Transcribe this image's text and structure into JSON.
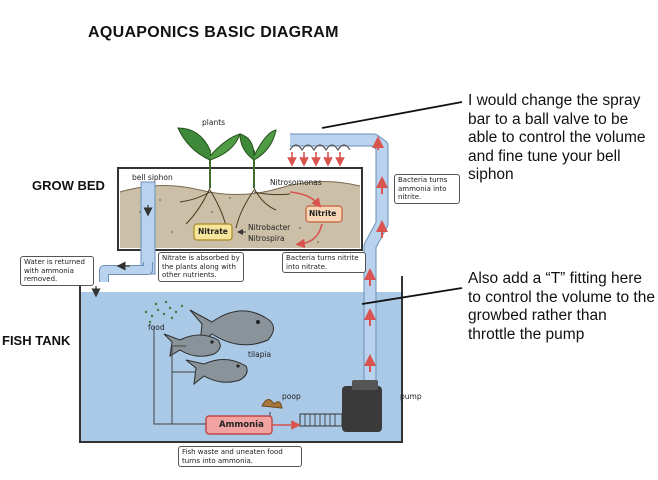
{
  "title": "AQUAPONICS BASIC DIAGRAM",
  "sections": {
    "grow_bed": "GROW BED",
    "fish_tank": "FISH TANK"
  },
  "notes": {
    "spray_bar": "I would change the spray bar to a ball valve to be able to control the volume and fine tune your bell siphon",
    "t_fitting": "Also add a “T” fitting here to control the volume to the growbed rather than throttle the pump"
  },
  "labels": {
    "plants": "plants",
    "bell_siphon": "bell siphon",
    "nitrosomonas": "Nitrosomonas",
    "nitrite": "Nitrite",
    "nitrate": "Nitrate",
    "nitrobacter": "Nitrobacter",
    "nitrospira": "Nitrospira",
    "food": "food",
    "tilapia": "tilapia",
    "poop": "poop",
    "ammonia": "Ammonia",
    "pump": "pump"
  },
  "callouts": {
    "water_returned": "Water is returned with ammonia removed.",
    "nitrate_absorbed": "Nitrate is absorbed by the plants along with other nutrients.",
    "bacteria_nitrate": "Bacteria turns nitrite into nitrate.",
    "bacteria_ammonia": "Bacteria turns ammonia into nitrite.",
    "fish_waste": "Fish waste and uneaten food turns into ammonia."
  },
  "colors": {
    "water": "#a9c9e6",
    "soil": "#cbbfa8",
    "pipe": "#b9d3ee",
    "arrow": "#d9534f",
    "ammonia_box": "#f3a2a2",
    "nitrite_box": "#f7d7b8",
    "nitrate_box": "#f6e59a"
  }
}
